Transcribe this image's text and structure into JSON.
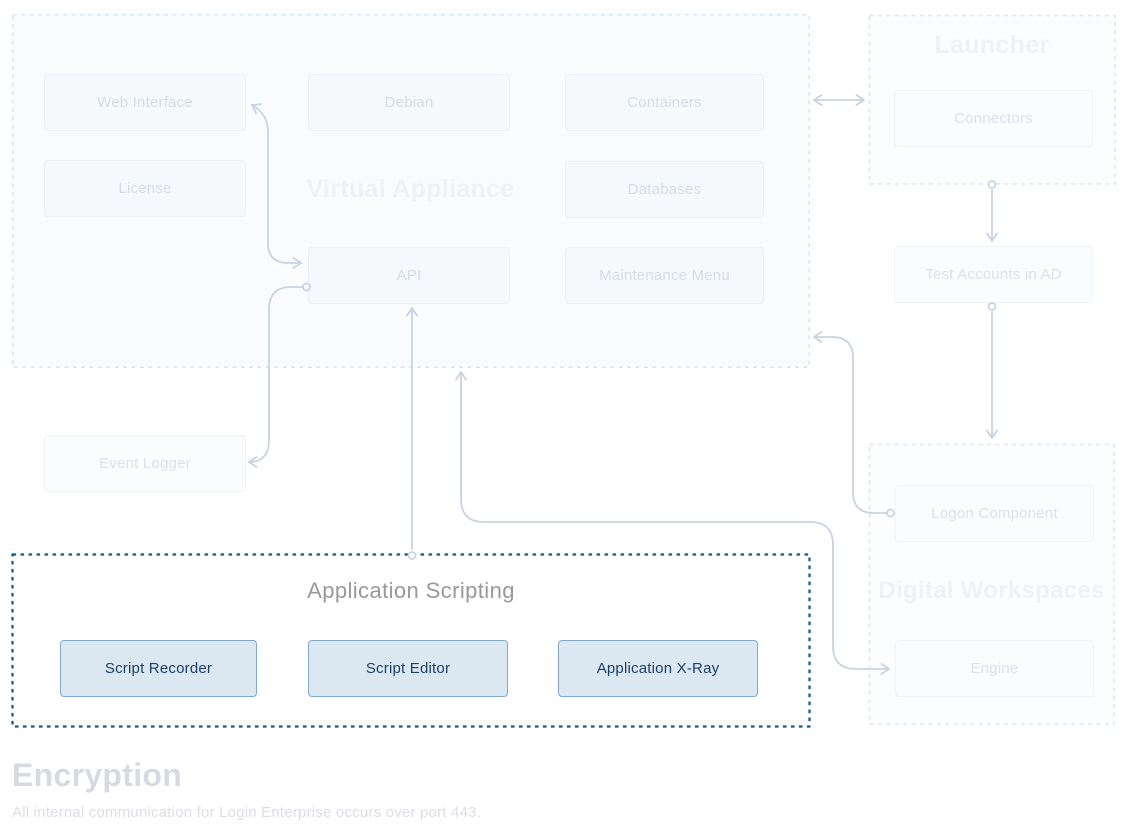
{
  "groups": {
    "virtual_appliance": {
      "label": "Virtual Appliance"
    },
    "launcher": {
      "label": "Launcher"
    },
    "digital_workspaces": {
      "label": "Digital Workspaces"
    },
    "application_scripting": {
      "label": "Application Scripting"
    }
  },
  "nodes": {
    "web_interface": {
      "label": "Web Interface"
    },
    "debian": {
      "label": "Debian"
    },
    "containers": {
      "label": "Containers"
    },
    "license": {
      "label": "License"
    },
    "databases": {
      "label": "Databases"
    },
    "api": {
      "label": "API"
    },
    "maintenance_menu": {
      "label": "Maintenance Menu"
    },
    "event_logger": {
      "label": "Event Logger"
    },
    "connectors": {
      "label": "Connectors"
    },
    "test_accounts_in_ad": {
      "label": "Test Accounts in AD"
    },
    "logon_component": {
      "label": "Logon Component"
    },
    "engine": {
      "label": "Engine"
    },
    "script_recorder": {
      "label": "Script Recorder"
    },
    "script_editor": {
      "label": "Script Editor"
    },
    "application_xray": {
      "label": "Application X-Ray"
    }
  },
  "connections": [
    {
      "from": "web-interface",
      "to": "api",
      "type": "bidirectional"
    },
    {
      "from": "api",
      "to": "event-logger",
      "type": "directed"
    },
    {
      "from": "application-scripting",
      "to": "api",
      "type": "directed"
    },
    {
      "from": "virtual-appliance",
      "to": "launcher",
      "type": "bidirectional"
    },
    {
      "from": "connectors",
      "to": "test-accounts-in-ad",
      "type": "directed"
    },
    {
      "from": "test-accounts-in-ad",
      "to": "digital-workspaces",
      "type": "directed"
    },
    {
      "from": "logon-component",
      "to": "virtual-appliance",
      "type": "directed"
    },
    {
      "from": "virtual-appliance",
      "to": "engine",
      "type": "bidirectional"
    }
  ],
  "encryption": {
    "title": "Encryption",
    "description": "All internal communication for Login Enterprise occurs over port 443."
  },
  "colors": {
    "connector": "#c9d3e1",
    "group_border_faded": "#d9e5f0",
    "highlight_border": "#17568a",
    "button_fill": "#dce8f1",
    "button_border": "#82a8c7",
    "button_text": "#1b3f66",
    "faded_text": "#d6dce6",
    "group_label_faded": "#eef1f5",
    "section_title": "#d7dae1"
  }
}
